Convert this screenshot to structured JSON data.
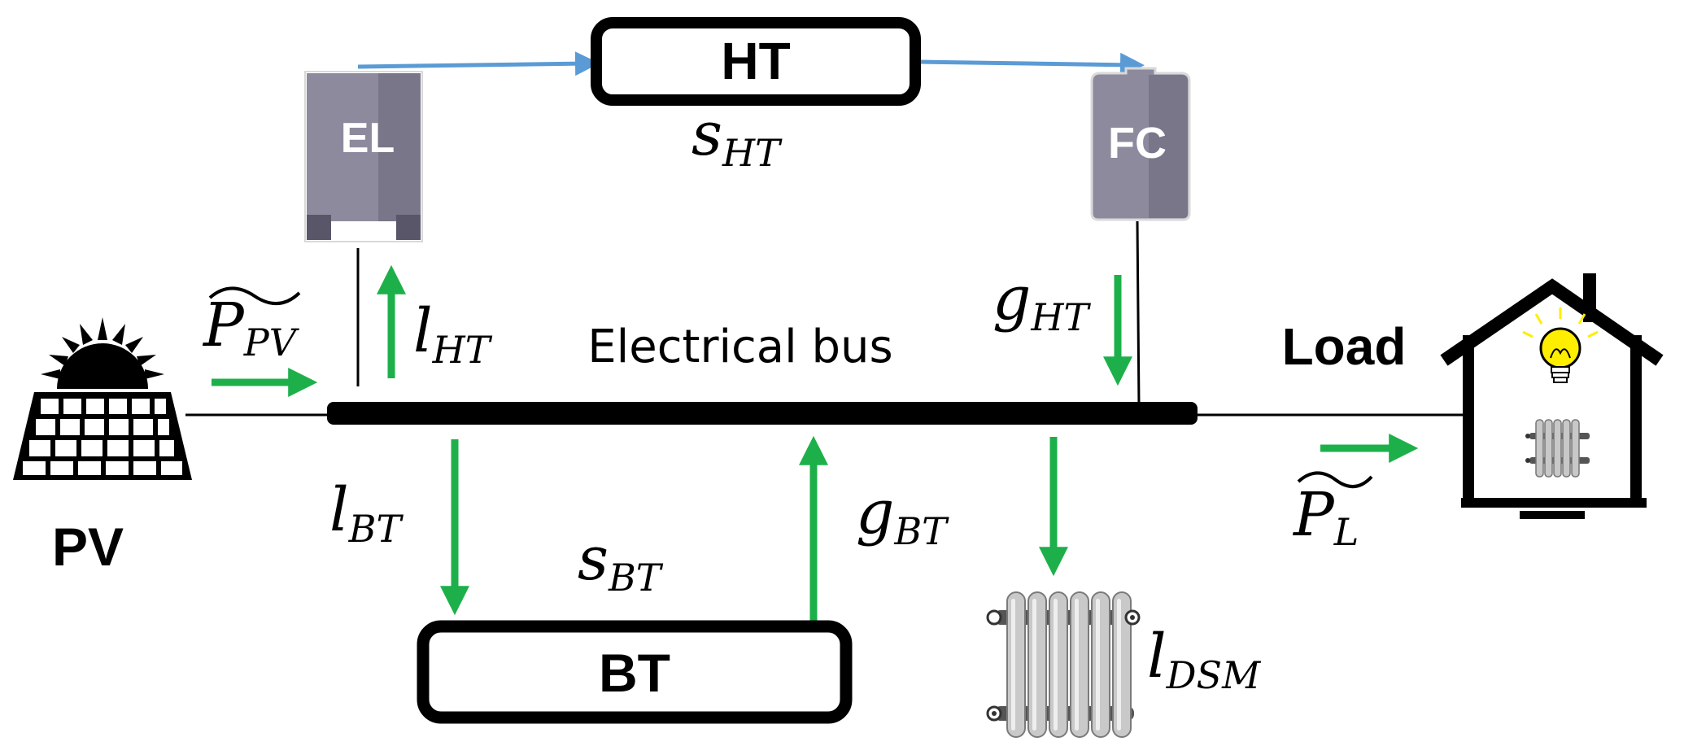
{
  "colors": {
    "flow_arrow": "#1db04a",
    "hydrogen_arrow": "#5b9bd5",
    "device_body": "#8e8a9e",
    "device_dark": "#7a7689",
    "device_foot": "#5a566a",
    "bus": "#000000",
    "bulb": "#ffee00"
  },
  "nodes": {
    "pv": {
      "label": "PV",
      "icon": "solar-panel-icon"
    },
    "load": {
      "label": "Load",
      "icon": "house-icon"
    },
    "bus": {
      "label": "Electrical bus"
    },
    "ht": {
      "label": "HT"
    },
    "bt": {
      "label": "BT"
    },
    "el": {
      "label": "EL",
      "icon": "electrolyzer-icon"
    },
    "fc": {
      "label": "FC",
      "icon": "fuel-cell-icon"
    },
    "dsm": {
      "icon": "radiator-icon"
    }
  },
  "variables": {
    "p_pv": {
      "main": "P",
      "sub": "PV"
    },
    "p_l": {
      "main": "P",
      "sub": "L"
    },
    "s_ht": {
      "main": "s",
      "sub": "HT"
    },
    "s_bt": {
      "main": "s",
      "sub": "BT"
    },
    "l_ht": {
      "main": "l",
      "sub": "HT"
    },
    "g_ht": {
      "main": "g",
      "sub": "HT"
    },
    "l_bt": {
      "main": "l",
      "sub": "BT"
    },
    "g_bt": {
      "main": "g",
      "sub": "BT"
    },
    "l_dsm": {
      "main": "l",
      "sub": "DSM"
    }
  }
}
